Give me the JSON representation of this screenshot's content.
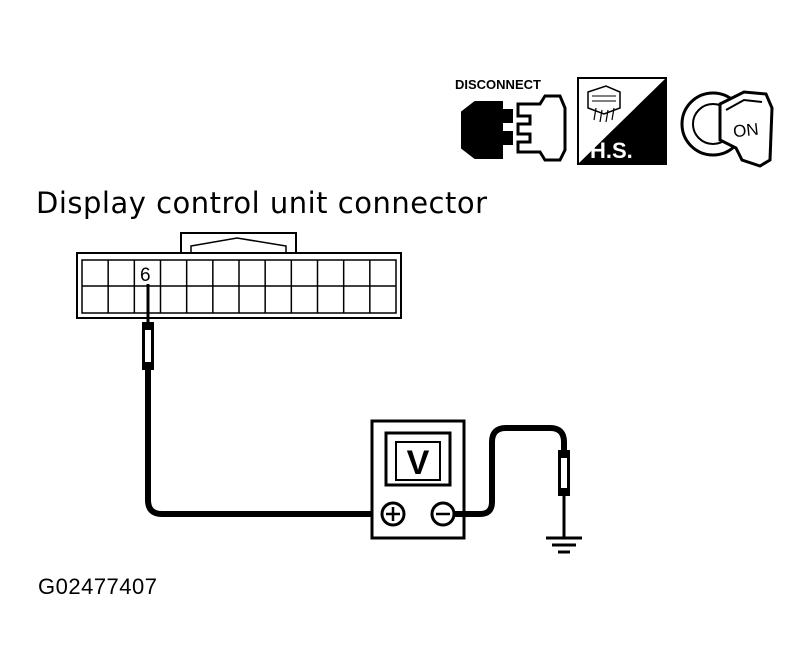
{
  "icons": {
    "disconnect_label": "DISCONNECT",
    "harness_label": "H.S.",
    "ignition_label": "ON"
  },
  "title": "Display control unit connector",
  "connector": {
    "pin_label": "6"
  },
  "meter": {
    "label": "V",
    "plus": "+",
    "minus": "−"
  },
  "figure_code": "G02477407",
  "colors": {
    "line": "#000000",
    "background": "#ffffff"
  }
}
